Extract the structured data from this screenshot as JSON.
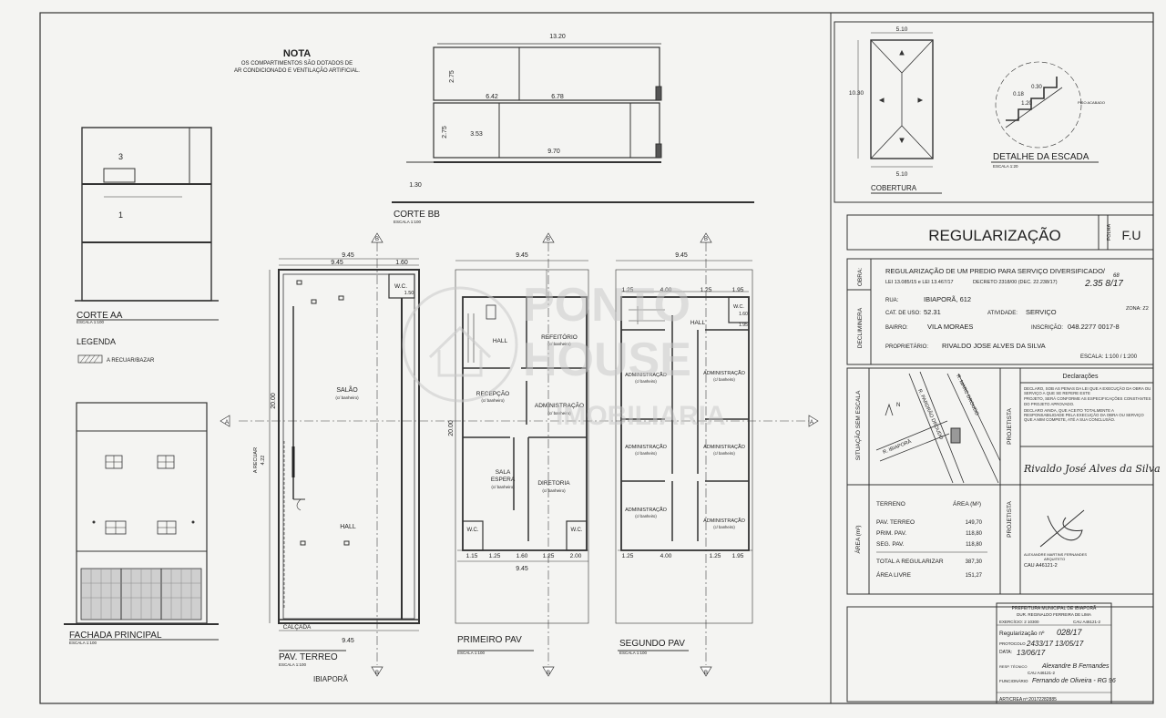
{
  "nota": {
    "title": "NOTA",
    "line1": "OS COMPARTIMENTOS SÃO DOTADOS DE",
    "line2": "AR CONDICIONADO E VENTILAÇÃO ARTIFICIAL."
  },
  "corte_bb": {
    "title": "CORTE BB",
    "scale": "ESCALA 1:100",
    "dims": [
      "13.20",
      "2.75",
      "6.42",
      "6.78",
      "2.75",
      "3.53",
      "9.70",
      "1.30"
    ]
  },
  "corte_aa": {
    "title": "CORTE AA",
    "scale": "ESCALA 1:100",
    "floor_3": "3",
    "floor_1": "1"
  },
  "legenda": {
    "title": "LEGENDA",
    "item": "A RECUAR/BAZAR"
  },
  "fachada": {
    "title": "FACHADA PRINCIPAL",
    "scale": "ESCALA 1:100"
  },
  "section_markers": {
    "a": "A",
    "b": "B"
  },
  "pav_terreo": {
    "title": "PAV. TERREO",
    "scale": "ESCALA 1:100",
    "street": "IBIAPORÃ",
    "calcada": "CALÇADA",
    "dim_top_total": "9.45",
    "dim_top_a": "9.45",
    "dim_top_b": "1.60",
    "dim_wc": "1.50",
    "dim_bottom": "9.45",
    "dim_side": "20.00",
    "recuar_label": "A RECUAR",
    "recuar_dim": "4.22",
    "wc": "W.C.",
    "salao": "SALÃO",
    "salao_sub": "(c/ banheiro)",
    "hall": "HALL"
  },
  "primeiro_pav": {
    "title": "PRIMEIRO PAV",
    "scale": "ESCALA 1:100",
    "dim_top": "9.45",
    "dim_side": "20.00",
    "hall": "HALL",
    "refeitorio": "REFEITÓRIO",
    "refeitorio_sub": "(c/ banheiro)",
    "recepcao": "RECEPÇÃO",
    "recepcao_sub": "(c/ banheiro)",
    "administracao": "ADMINISTRAÇÃO",
    "administracao_sub": "(c/ banheiro)",
    "sala_espera_1": "SALA",
    "sala_espera_2": "ESPERA",
    "sala_espera_sub": "(c/ banheiro)",
    "diretoria": "DIRETORIA",
    "diretoria_sub": "(c/ banheiro)",
    "wc": "W.C.",
    "bottom_dims": [
      "1.15",
      "1.25",
      "1.60",
      "1.25",
      "2.00"
    ],
    "dim_bottom": "9.45"
  },
  "segundo_pav": {
    "title": "SEGUNDO PAV",
    "scale": "ESCALA 1:100",
    "dim_top": "9.45",
    "top_dims": [
      "1.25",
      "4.00",
      "1.25",
      "1.95"
    ],
    "wc": "W.C.",
    "wc_dim1": "1.60",
    "wc_dim2": "1.95",
    "hall": "HALL",
    "admin": "ADMINISTRAÇÃO",
    "admin_sub": "(c/ banheiro)",
    "bottom_dims": [
      "1.25",
      "4.00",
      "1.25",
      "1.95"
    ]
  },
  "cobertura": {
    "title": "COBERTURA",
    "dim_top": "5.10",
    "dim_bottom": "5.10",
    "dim_side": "10.30"
  },
  "escada": {
    "title": "DETALHE DA ESCADA",
    "scale": "ESCALA 1:20",
    "d1": "0.30",
    "d2": "1.20",
    "d3": "0.18",
    "piso": "PISO ACABADO"
  },
  "header": {
    "title": "REGULARIZAÇÃO",
    "folha": "FOLHA",
    "folha_value": "F.U"
  },
  "obra": {
    "side_label": "OBRA:",
    "line1": "REGULARIZAÇÃO DE UM PREDIO PARA SERVIÇO  DIVERSIFICADO/",
    "line2": "LEI 13.085/15 e LEI 13.467/17",
    "decreto": "DECRETO 2318/00 (DEC. 22.238/17)",
    "stamp": "2.35 8/17",
    "stamp_top": "68",
    "rua_label": "RUA:",
    "rua": "IBIAPORÃ, 612",
    "cat_label": "CAT. DE USO:",
    "cat": "52.31",
    "atividade_label": "ATIVIDADE:",
    "atividade": "SERVIÇO",
    "zona": "ZONA: Z2",
    "bairro_label": "BAIRRO:",
    "bairro": "VILA MORAES",
    "inscricao_label": "INSCRIÇÃO:",
    "inscricao": "048.2277 0017-8",
    "proprietario_label": "PROPRIETÁRIO:",
    "proprietario": "RIVALDO JOSE ALVES DA SILVA",
    "escala": "ESCALA:   1:100 / 1:200",
    "decl_side": "DECLIMINERA"
  },
  "situacao": {
    "side_label": "SITUAÇÃO SEM ESCALA",
    "north": "N",
    "street1": "R. IBIAPORÃ",
    "street2": "R. PARDRÃO DROUDO",
    "street3": "R. MARC DROUDO"
  },
  "declaracoes": {
    "title": "Declarações",
    "side": "PROJETISTA",
    "p1": "DECLARO, SOB AS PENAS DA LEI QUE A EXECUÇÃO DA OBRA OU SERVIÇO A QUE SE REFERE ESTE",
    "p2": "PROJETO, SERÁ CONFORME AS ESPECIFICAÇÕES CONSTANTES DO PROJETO APROVADO.",
    "p3": "DECLARO AINDA, QUE ACEITO TOTALMENTE A RESPONSABILIDADE PELA EXECUÇÃO DA OBRA OU SERVIÇO QUE A MIM COMPETE, ATÉ A SUA CONCLUSÃO.",
    "signature": "Rivaldo José Alves da Silva"
  },
  "areas": {
    "side": "ÁREA (m²)",
    "terreno": "TERRENO",
    "area_label": "ÁREA (M²)",
    "rows": [
      {
        "label": "PAV. TERREO",
        "value": "149,70"
      },
      {
        "label": "PRIM. PAV.",
        "value": "118,80"
      },
      {
        "label": "SEG. PAV.",
        "value": "118,80"
      }
    ],
    "total_label": "TOTAL A REGULARIZAR",
    "total": "387,30",
    "livre_label": "ÁREA LIVRE",
    "livre": "151,27",
    "proj_side": "PROJETISTA",
    "arch_name": "ALEXANDRE MARTINS FERNANDES",
    "arch_role": "ARQUITETO",
    "cau": "CAU A46121-2"
  },
  "prefeitura": {
    "title": "PREFEITURA MUNICIPAL DE IBIAPORÃ",
    "sub": "DUR. REGINALDO FERREIRA DE LIMA",
    "exercicio": "EXERCÍCIO: 2 10300",
    "cau": "CAU A46121-2",
    "regularizacao_label": "Regularização nº",
    "regularizacao": "028/17",
    "protocolo_label": "PROTOCOLO",
    "protocolo": "2433/17  13/05/17",
    "data_label": "DATA:",
    "data": "13/06/17",
    "resp_label": "RESP. TÉCNICO",
    "resp": "Alexandre B Fernandes",
    "resp_cau": "CAU A46121-2",
    "func_label": "FUNCIONÁRIO",
    "func": "Fernando de Oliveira - RG 96",
    "art": "ART/CREA nº:20172282885"
  },
  "watermark": {
    "line1": "PONTO",
    "line2": "HOUSE",
    "line3": "IMOBILIARIA"
  }
}
